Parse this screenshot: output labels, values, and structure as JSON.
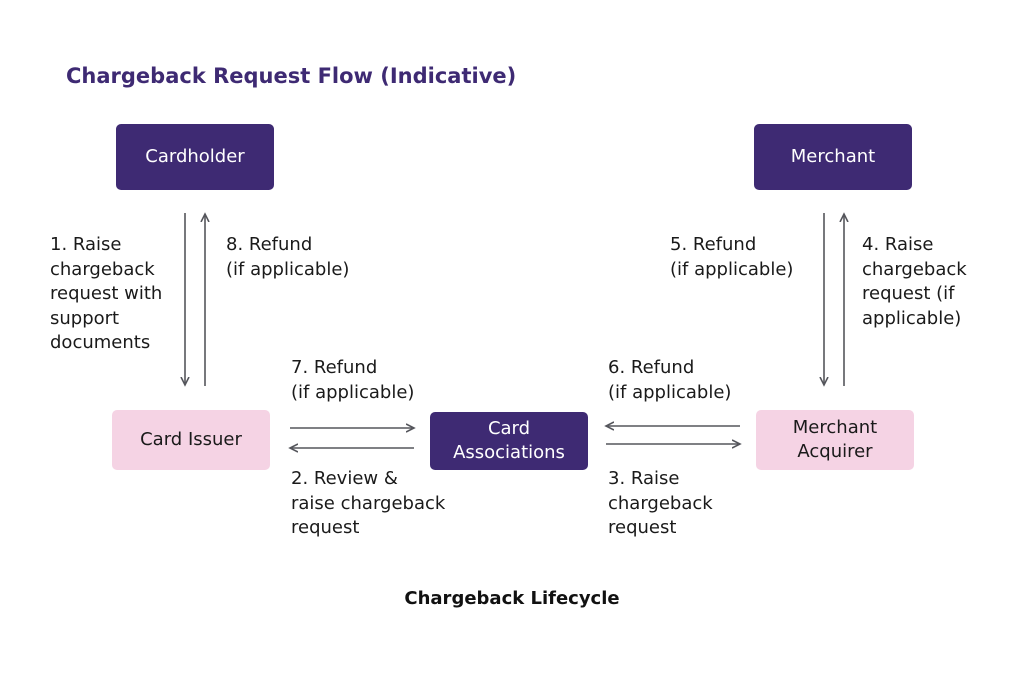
{
  "title": "Chargeback Request Flow (Indicative)",
  "caption": "Chargeback Lifecycle",
  "colors": {
    "dark_node": "#3e2a73",
    "light_node": "#f5d3e4",
    "arrow": "#55565c"
  },
  "nodes": {
    "cardholder": "Cardholder",
    "merchant": "Merchant",
    "card_issuer": "Card Issuer",
    "card_associations": [
      "Card",
      "Associations"
    ],
    "merchant_acquirer": [
      "Merchant",
      "Acquirer"
    ]
  },
  "steps": {
    "step1": [
      "1. Raise",
      "chargeback",
      "request with",
      "support",
      "documents"
    ],
    "step2": [
      "2. Review &",
      "raise chargeback",
      "request"
    ],
    "step3": [
      "3. Raise",
      "chargeback",
      "request"
    ],
    "step4": [
      "4. Raise",
      "chargeback",
      "request (if",
      "applicable)"
    ],
    "step5": [
      "5. Refund",
      "(if applicable)"
    ],
    "step6": [
      "6. Refund",
      "(if applicable)"
    ],
    "step7": [
      "7. Refund",
      "(if applicable)"
    ],
    "step8": [
      "8. Refund",
      "(if applicable)"
    ]
  }
}
